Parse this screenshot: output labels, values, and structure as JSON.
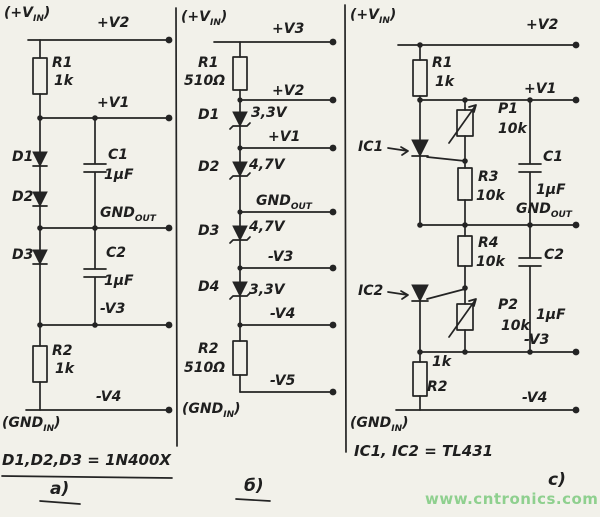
{
  "colors": {
    "ink": "#242424",
    "paper": "#f2f1ea",
    "watermark_green": "#8fd08f"
  },
  "watermark": "www.cntronics.com",
  "sub": {
    "vin_open": "(+V",
    "vin_sub": "IN",
    "close": ")",
    "gnd_main": "GND",
    "gnd_out_sub": "OUT",
    "gndin_open": "(GND",
    "gndin_sub": "IN"
  },
  "a": {
    "top_rail": "+V2",
    "r1_name": "R1",
    "r1_value": "1k",
    "v1": "+V1",
    "d1": "D1",
    "d2": "D2",
    "d3": "D3",
    "c1_name": "C1",
    "c1_value": "1µF",
    "c2_name": "C2",
    "c2_value": "1µF",
    "v3": "-V3",
    "r2_name": "R2",
    "r2_value": "1k",
    "v4": "-V4",
    "note": "D1,D2,D3 = 1N400X",
    "caption": "a)"
  },
  "b": {
    "v3_top": "+V3",
    "r1_name": "R1",
    "r1_value": "510Ω",
    "v2": "+V2",
    "d1_name": "D1",
    "d1_value": "3,3V",
    "v1": "+V1",
    "d2_name": "D2",
    "d2_value": "4,7V",
    "d3_name": "D3",
    "d3_value": "4,7V",
    "v3_neg": "-V3",
    "d4_name": "D4",
    "d4_value": "3,3V",
    "v4": "-V4",
    "r2_name": "R2",
    "r2_value": "510Ω",
    "v5": "-V5",
    "caption": "б)"
  },
  "c": {
    "v2": "+V2",
    "r1_name": "R1",
    "r1_value": "1k",
    "v1": "+V1",
    "p1_name": "P1",
    "p1_value": "10k",
    "ic1": "IC1",
    "r3_name": "R3",
    "r3_value": "10k",
    "c1_name": "C1",
    "c1_value": "1µF",
    "r4_name": "R4",
    "r4_value": "10k",
    "ic2": "IC2",
    "c2_name": "C2",
    "c2_value": "1µF",
    "p2_name": "P2",
    "p2_value": "10k",
    "v3": "-V3",
    "r2_value": "1k",
    "r2_name": "R2",
    "v4": "-V4",
    "note": "IC1, IC2 = TL431",
    "caption": "c)"
  }
}
